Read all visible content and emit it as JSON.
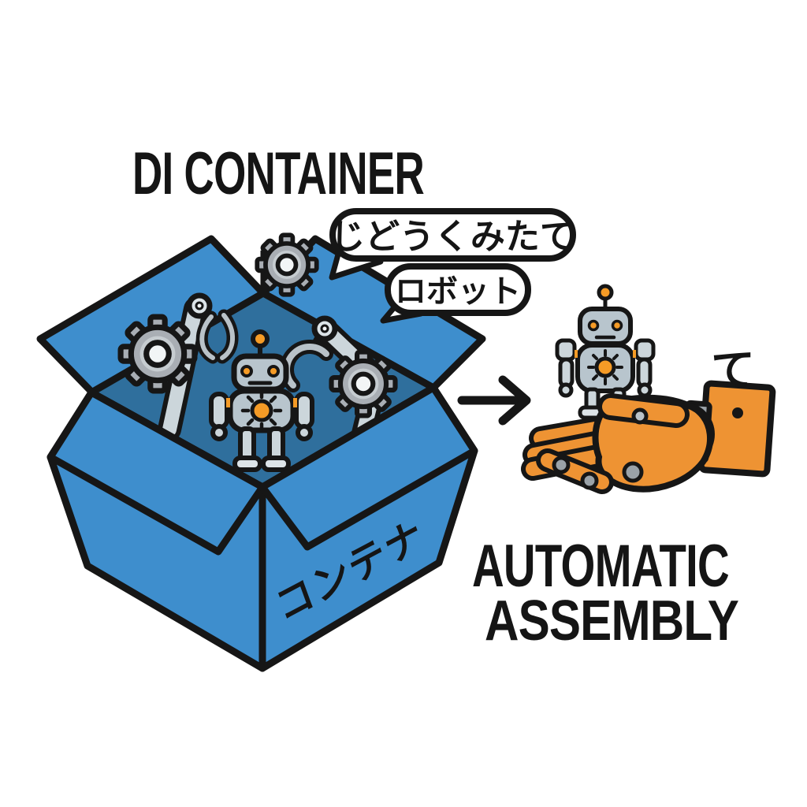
{
  "title": "DI CONTAINER",
  "speech_bubble": {
    "line1": "じどうくみたて",
    "line2": "ロボット"
  },
  "box": {
    "label": "コンテナ"
  },
  "hand_annotation": "て",
  "caption": {
    "line1": "AUTOMATIC",
    "line2": "ASSEMBLY"
  },
  "icons": {
    "box": "open-cardboard-box-icon",
    "gears": "gear-icon",
    "arms": "robotic-arm-icon",
    "grippers": "claw-gripper-icon",
    "robot_inside": "robot-icon",
    "arrow": "arrow-right-icon",
    "hand": "robot-hand-icon",
    "assembled_robot": "robot-icon"
  },
  "colors": {
    "background": "#ffffff",
    "outline": "#161616",
    "box_blue": "#3e8ecd",
    "box_interior_blue": "#2f6f9d",
    "gear_gray": "#a9aeb4",
    "robot_gray": "#b8c5cd",
    "limb_gray": "#ccd6db",
    "accent_orange": "#f59b26",
    "hand_orange": "#ee9333",
    "text_black": "#151515",
    "bubble_white": "#ffffff"
  }
}
